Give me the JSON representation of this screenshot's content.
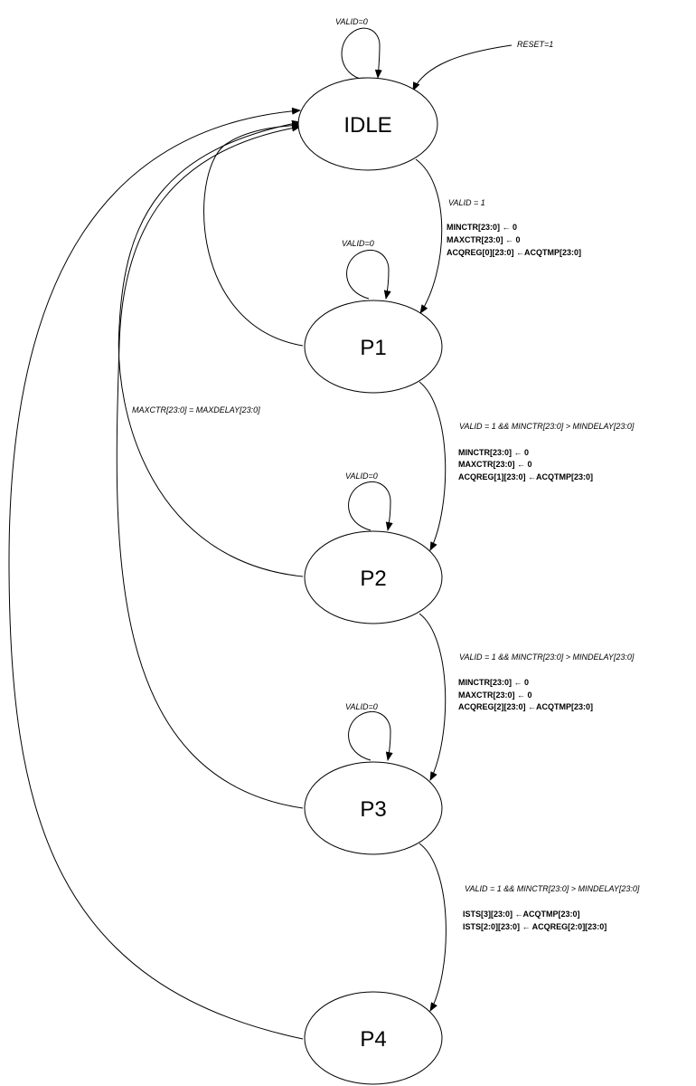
{
  "states": {
    "idle": "IDLE",
    "p1": "P1",
    "p2": "P2",
    "p3": "P3",
    "p4": "P4"
  },
  "self_loops": {
    "idle": "VALID=0",
    "p1": "VALID=0",
    "p2": "VALID=0",
    "p3": "VALID=0"
  },
  "reset_label": "RESET=1",
  "return_label": "MAXCTR[23:0] = MAXDELAY[23:0]",
  "transitions": {
    "idle_to_p1": {
      "condition": "VALID = 1",
      "actions": [
        "MINCTR[23:0] ← 0",
        "MAXCTR[23:0] ← 0",
        "ACQREG[0][23:0] ←ACQTMP[23:0]"
      ]
    },
    "p1_to_p2": {
      "condition": "VALID = 1 && MINCTR[23:0]  > MINDELAY[23:0]",
      "actions": [
        "MINCTR[23:0] ← 0",
        "MAXCTR[23:0] ← 0",
        "ACQREG[1][23:0] ←ACQTMP[23:0]"
      ]
    },
    "p2_to_p3": {
      "condition": "VALID = 1 && MINCTR[23:0]  > MINDELAY[23:0]",
      "actions": [
        "MINCTR[23:0] ← 0",
        "MAXCTR[23:0] ← 0",
        "ACQREG[2][23:0] ←ACQTMP[23:0]"
      ]
    },
    "p3_to_p4": {
      "condition": "VALID = 1 && MINCTR[23:0]  > MINDELAY[23:0]",
      "actions": [
        "ISTS[3][23:0] ←ACQTMP[23:0]",
        "ISTS[2:0][23:0] ← ACQREG[2:0][23:0]"
      ]
    }
  }
}
